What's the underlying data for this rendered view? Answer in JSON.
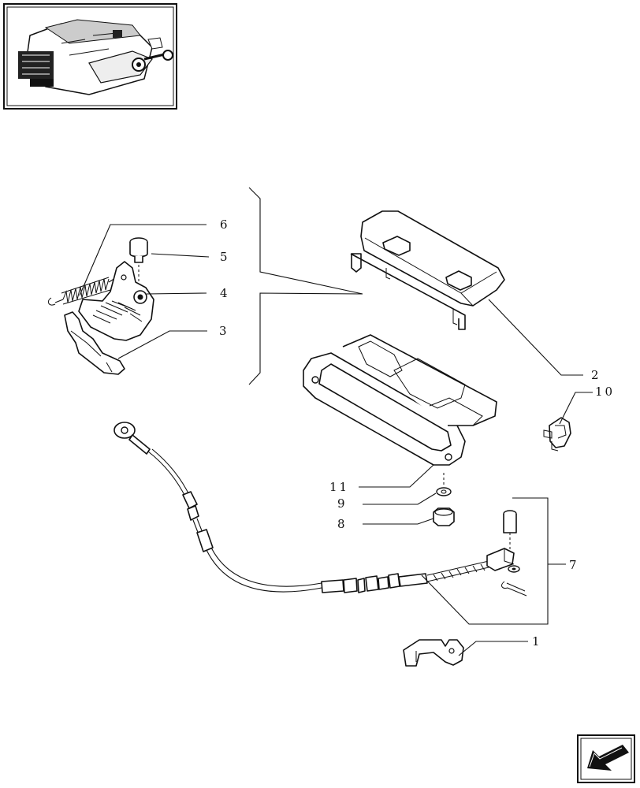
{
  "callouts": [
    {
      "id": "c1",
      "label": "1"
    },
    {
      "id": "c2",
      "label": "2"
    },
    {
      "id": "c3",
      "label": "3"
    },
    {
      "id": "c4",
      "label": "4"
    },
    {
      "id": "c5",
      "label": "5"
    },
    {
      "id": "c6",
      "label": "6"
    },
    {
      "id": "c7",
      "label": "7"
    },
    {
      "id": "c8",
      "label": "8"
    },
    {
      "id": "c9",
      "label": "9"
    },
    {
      "id": "c10",
      "label": "10"
    },
    {
      "id": "c11",
      "label": "11"
    }
  ],
  "icons": {
    "thumbnail": "assembly-thumbnail-icon",
    "navigation": "next-page-arrow-icon"
  }
}
